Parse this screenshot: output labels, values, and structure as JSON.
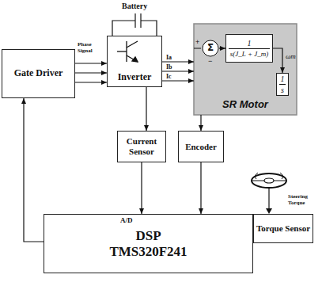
{
  "diagram": {
    "nodes": [
      {
        "text": [
          "Gate Driver"
        ]
      },
      {
        "text": [
          "Inverter"
        ]
      },
      {
        "text": [
          "SR Motor"
        ]
      },
      {
        "text": [
          "Σ"
        ],
        "in": 2
      },
      {
        "text": [
          "1",
          "s(J_L + J_m)"
        ],
        "in": 2
      },
      {
        "text": [
          "1",
          "s"
        ],
        "in": 2
      },
      {
        "text": [
          "Current Sensor"
        ]
      },
      {
        "text": [
          "Encoder"
        ]
      },
      {
        "text": [
          "DSP",
          "TMS320F241"
        ]
      },
      {
        "text": [
          "Torque Sensor"
        ]
      }
    ],
    "edges": [
      {
        "from": 0,
        "to": 1,
        "arrow": "to"
      },
      {
        "from": 0,
        "to": 1,
        "arrow": "to"
      },
      {
        "from": 0,
        "to": 1,
        "arrow": "to"
      },
      {
        "from": 1,
        "to": 2,
        "label": "Ia",
        "arrow": "to"
      },
      {
        "from": 1,
        "to": 2,
        "label": "Ib",
        "arrow": "to"
      },
      {
        "from": 1,
        "to": 2,
        "label": "Ic",
        "arrow": "to"
      },
      {
        "from": 1,
        "to": 6,
        "arrow": "to"
      },
      {
        "from": 2,
        "to": 7,
        "arrow": "to"
      },
      {
        "from": 6,
        "to": 8,
        "arrow": "to"
      },
      {
        "from": 7,
        "to": 8,
        "arrow": "to"
      },
      {
        "from": 9,
        "to": 8,
        "arrow": "to"
      },
      {
        "from": 8,
        "to": 0,
        "arrow": "to"
      },
      {
        "from": 3,
        "to": 4,
        "arrow": "to"
      },
      {
        "from": 4,
        "to": 5,
        "arrow": "to"
      }
    ],
    "labels": [
      "Battery",
      "Phase Signal",
      "A/D",
      "ωm",
      "+",
      "−",
      "Steering Torque"
    ]
  }
}
